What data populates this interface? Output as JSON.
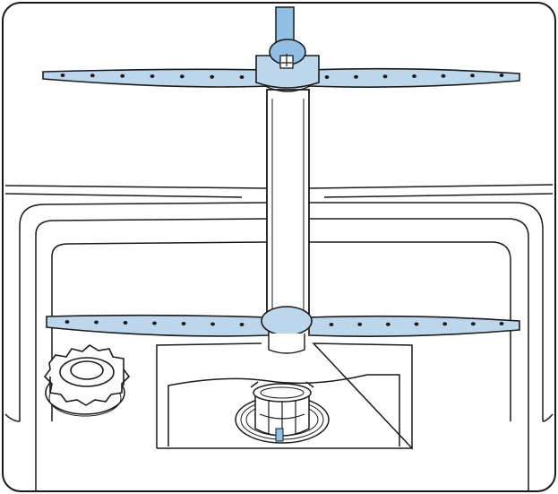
{
  "diagram": {
    "subject": "dishwasher-interior",
    "colors": {
      "outline": "#1a1a1a",
      "spray_arm": "#bcd7ec",
      "spray_arm_dark": "#8fb6d6",
      "pipe": "#8fbfe2",
      "background": "#ffffff",
      "hole": "#1a1a1a"
    },
    "components": {
      "feed_pipe": "pipe",
      "upper_spray_arm": {
        "hole_count": 14
      },
      "lower_spray_arm": {
        "hole_count": 14
      },
      "salt_reservoir_cap": "cap",
      "filter_assembly": "filter"
    }
  }
}
